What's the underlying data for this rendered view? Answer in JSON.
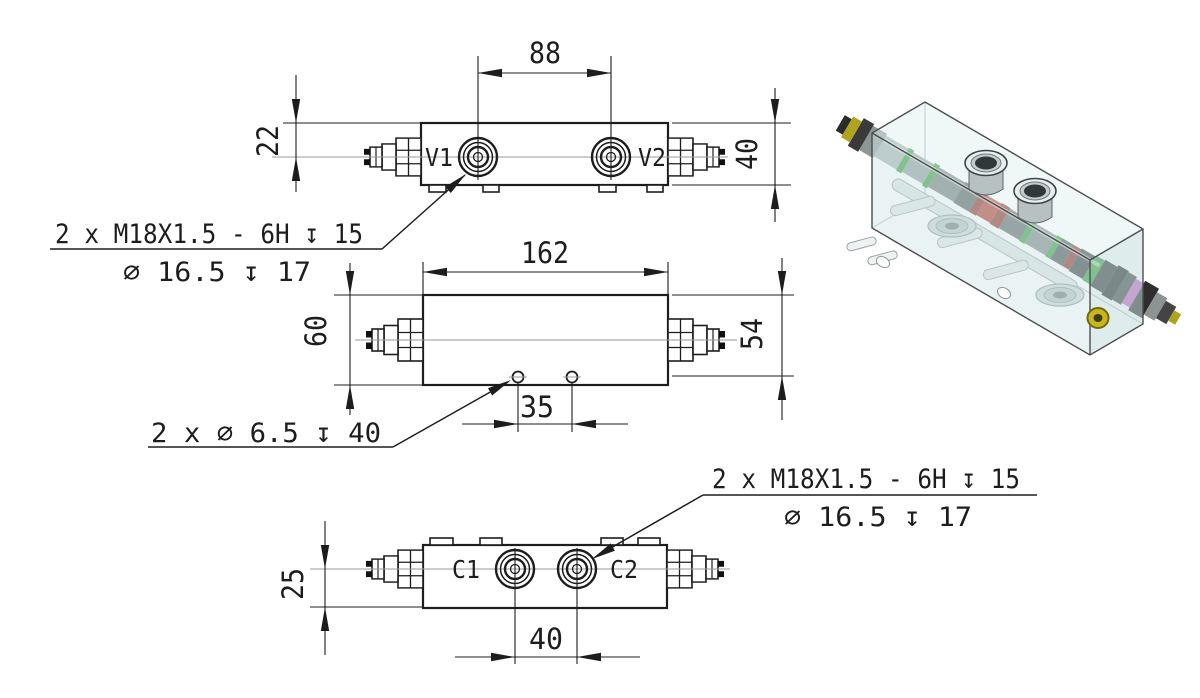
{
  "drawing": {
    "type": "hydraulic-manifold-block-3-view-drawing",
    "views": {
      "top": {
        "port_left_label": "V1",
        "port_right_label": "V2",
        "dim_port_spacing": "88",
        "dim_centerline_from_top": "22",
        "dim_block_width": "40"
      },
      "front": {
        "dim_block_length": "162",
        "dim_block_height": "60",
        "dim_holes_from_top": "54",
        "dim_hole_spacing": "35"
      },
      "bottom": {
        "port_left_label": "C1",
        "port_right_label": "C2",
        "dim_port_spacing": "40",
        "dim_centerline_from_bottom": "25"
      }
    },
    "annotations": {
      "v_ports": {
        "line1": "2 x M18X1.5 - 6H ↧ 15",
        "line2": "⌀ 16.5 ↧ 17"
      },
      "mounting_holes": {
        "line1": "2 x ⌀ 6.5 ↧ 40"
      },
      "c_ports": {
        "line1": "2 x M18X1.5 - 6H ↧ 15",
        "line2": "⌀ 16.5 ↧ 17"
      }
    },
    "colors": {
      "line": "#1d1d1d",
      "centerline": "#9a9a9a",
      "glass_block": "#d3e8e8",
      "green_oring": "#2f9e35",
      "red_section": "#b23527",
      "magenta_band": "#c85ec2",
      "yellow_plug": "#c9b51c"
    }
  }
}
